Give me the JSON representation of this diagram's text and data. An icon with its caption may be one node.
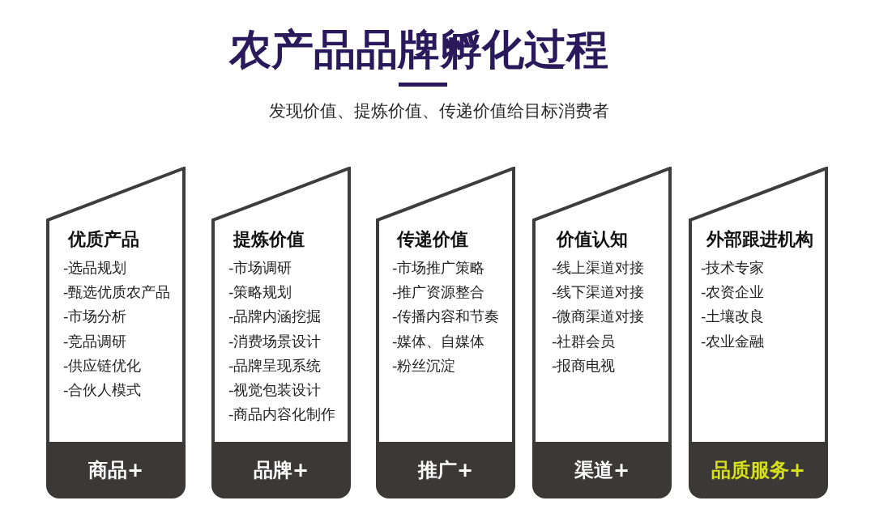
{
  "diagram": {
    "title": "农产品品牌孵化过程",
    "nodes": [
      {
        "text": [
          "优质产品",
          "-选品规划",
          "-甄选优质农产品",
          "-市场分析",
          "-竞品调研",
          "-供应链优化",
          "-合伙人模式"
        ]
      },
      {
        "text": [
          "商品+"
        ]
      },
      {
        "text": [
          "提炼价值",
          "-市场调研",
          "-策略规划",
          "-品牌内涵挖掘",
          "-消费场景设计",
          "-品牌呈现系统",
          "-视觉包装设计",
          "-商品内容化制作"
        ]
      },
      {
        "text": [
          "品牌+"
        ]
      },
      {
        "text": [
          "传递价值",
          "-市场推广策略",
          "-推广资源整合",
          "-传播内容和节奏",
          "-媒体、自媒体",
          "-粉丝沉淀"
        ]
      },
      {
        "text": [
          "推广+"
        ]
      },
      {
        "text": [
          "价值认知",
          "-线上渠道对接",
          "-线下渠道对接",
          "-微商渠道对接",
          "-社群会员",
          "-报商电视"
        ]
      },
      {
        "text": [
          "渠道+"
        ]
      },
      {
        "text": [
          "外部跟进机构",
          "-技术专家",
          "-农资企业",
          "-土壤改良",
          "-农业金融"
        ]
      },
      {
        "text": [
          "品质服务+"
        ]
      }
    ],
    "labels": [
      "发现价值、提炼价值、传递价值给目标消费者"
    ]
  }
}
